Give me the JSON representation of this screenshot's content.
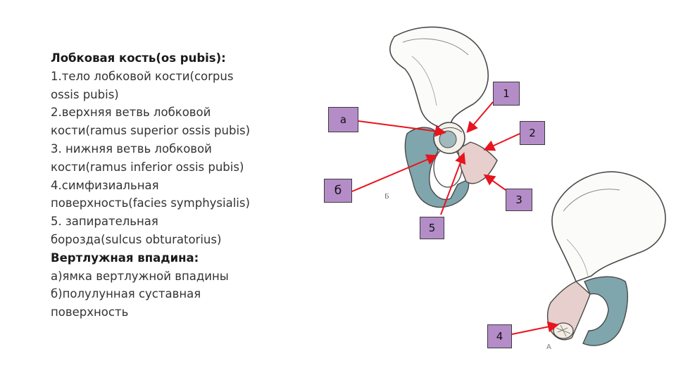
{
  "text": {
    "lines": [
      {
        "text": "Лобковая кость(os pubis):",
        "bold": true
      },
      {
        "text": "1.тело лобковой кости(corpus",
        "bold": false
      },
      {
        "text": "ossis pubis)",
        "bold": false
      },
      {
        "text": "2.верхняя ветвь лобковой",
        "bold": false
      },
      {
        "text": "кости(ramus superior ossis pubis)",
        "bold": false
      },
      {
        "text": "3. нижняя ветвь лобковой",
        "bold": false
      },
      {
        "text": "кости(ramus inferior ossis pubis)",
        "bold": false
      },
      {
        "text": "4.симфизиальная",
        "bold": false
      },
      {
        "text": "поверхность(facies symphysialis)",
        "bold": false
      },
      {
        "text": "5. запирательная",
        "bold": false
      },
      {
        "text": "борозда(sulcus obturatorius)",
        "bold": false
      },
      {
        "text": "Вертлужная впадина:",
        "bold": true
      },
      {
        "text": "а)ямка вертлужной впадины",
        "bold": false
      },
      {
        "text": "б)полулунная суставная",
        "bold": false
      },
      {
        "text": "поверхность",
        "bold": false
      }
    ]
  },
  "labels": {
    "l1": "1",
    "l2": "2",
    "l3": "3",
    "l4": "4",
    "l5": "5",
    "la": "а",
    "lb": "б"
  },
  "figure_letters": {
    "b": "Б",
    "a": "А"
  },
  "colors": {
    "label_fill": "#b48cc8",
    "arrow": "#e8141e",
    "bone_blue": "#7fa6ad",
    "bone_pink": "#e6cfcc",
    "outline": "#4a4a4a"
  }
}
